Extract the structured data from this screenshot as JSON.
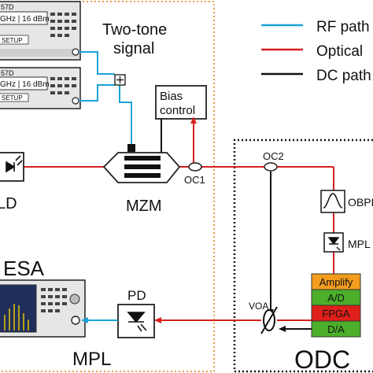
{
  "legend": {
    "rf": {
      "label": "RF path",
      "color": "#1aa3d9"
    },
    "optical": {
      "label": "Optical",
      "color": "#d62020"
    },
    "dc": {
      "label": "DC path",
      "color": "#111111"
    }
  },
  "signal_generators": {
    "model_suffix": "57D",
    "readout": "GHz | 16 dBm",
    "setup_label": "SETUP"
  },
  "two_tone_label": [
    "Two-tone",
    "signal"
  ],
  "bias_control_label": [
    "Bias",
    "control"
  ],
  "mzm_label": "MZM",
  "oc1_label": "OC1",
  "oc2_label": "OC2",
  "ld_label": "LD",
  "esa_label": "ESA",
  "pd_label": "PD",
  "mpl_bottom_label": "MPL",
  "obpf_label": "OBPF",
  "mpl_right_label": "MPL",
  "voa_label": "VOA",
  "processing_stack": [
    "Amplify",
    "A/D",
    "FPGA",
    "D/A"
  ],
  "processing_colors": [
    "#f39c1e",
    "#4caf2a",
    "#e0201a",
    "#4caf2a"
  ],
  "odc_label": "ODC",
  "boundary_color": "#e8a050"
}
